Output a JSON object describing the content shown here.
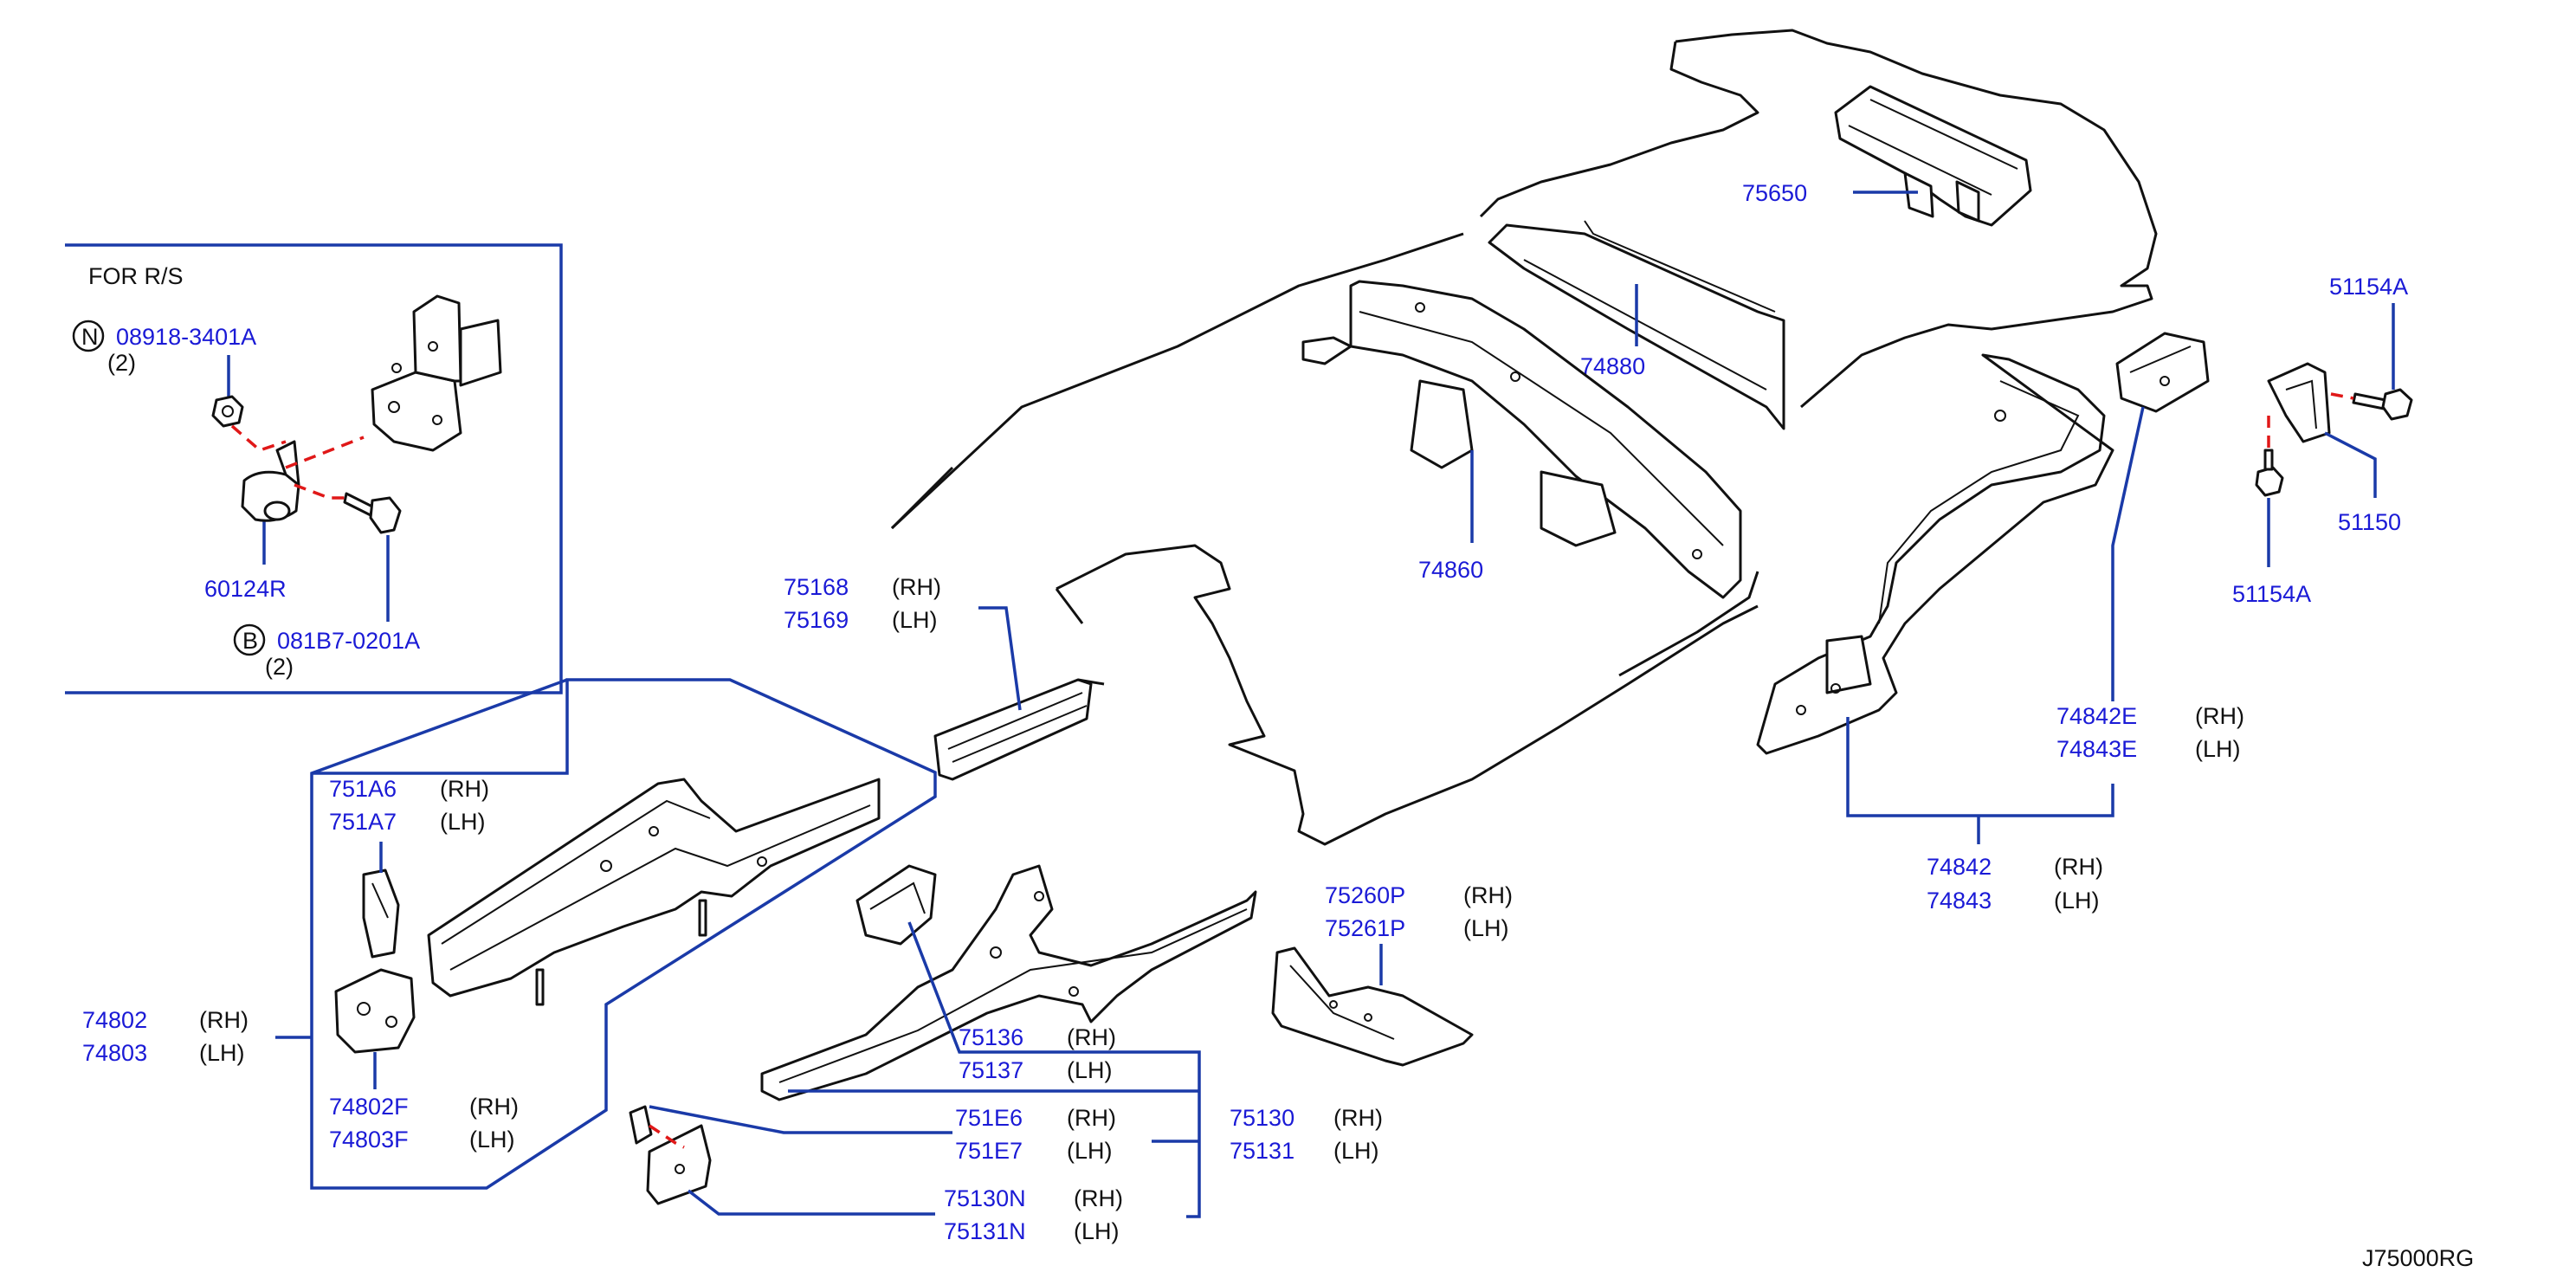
{
  "diagram_id": "J75000RG",
  "inset": {
    "title": "FOR   R/S"
  },
  "labels": {
    "p75650": "75650",
    "p74880": "74880",
    "p74860": "74860",
    "p51154A_top": "51154A",
    "p51150": "51150",
    "p51154A_bot": "51154A",
    "p74842E": "74842E",
    "p74843E": "74843E",
    "p74842": "74842",
    "p74843": "74843",
    "p75168": "75168",
    "p75169": "75169",
    "p751A6": "751A6",
    "p751A7": "751A7",
    "p74802": "74802",
    "p74803": "74803",
    "p74802F": "74802F",
    "p74803F": "74803F",
    "p75260P": "75260P",
    "p75261P": "75261P",
    "p75136": "75136",
    "p75137": "75137",
    "p751E6": "751E6",
    "p751E7": "751E7",
    "p75130": "75130",
    "p75131": "75131",
    "p75130N": "75130N",
    "p75131N": "75131N",
    "p08918": "08918-3401A",
    "p08918_qty": "(2)",
    "p08918_sym": "N",
    "p60124R": "60124R",
    "p081B7": "081B7-0201A",
    "p081B7_qty": "(2)",
    "p081B7_sym": "B"
  },
  "sides": {
    "rh": "(RH)",
    "lh": "(LH)"
  }
}
